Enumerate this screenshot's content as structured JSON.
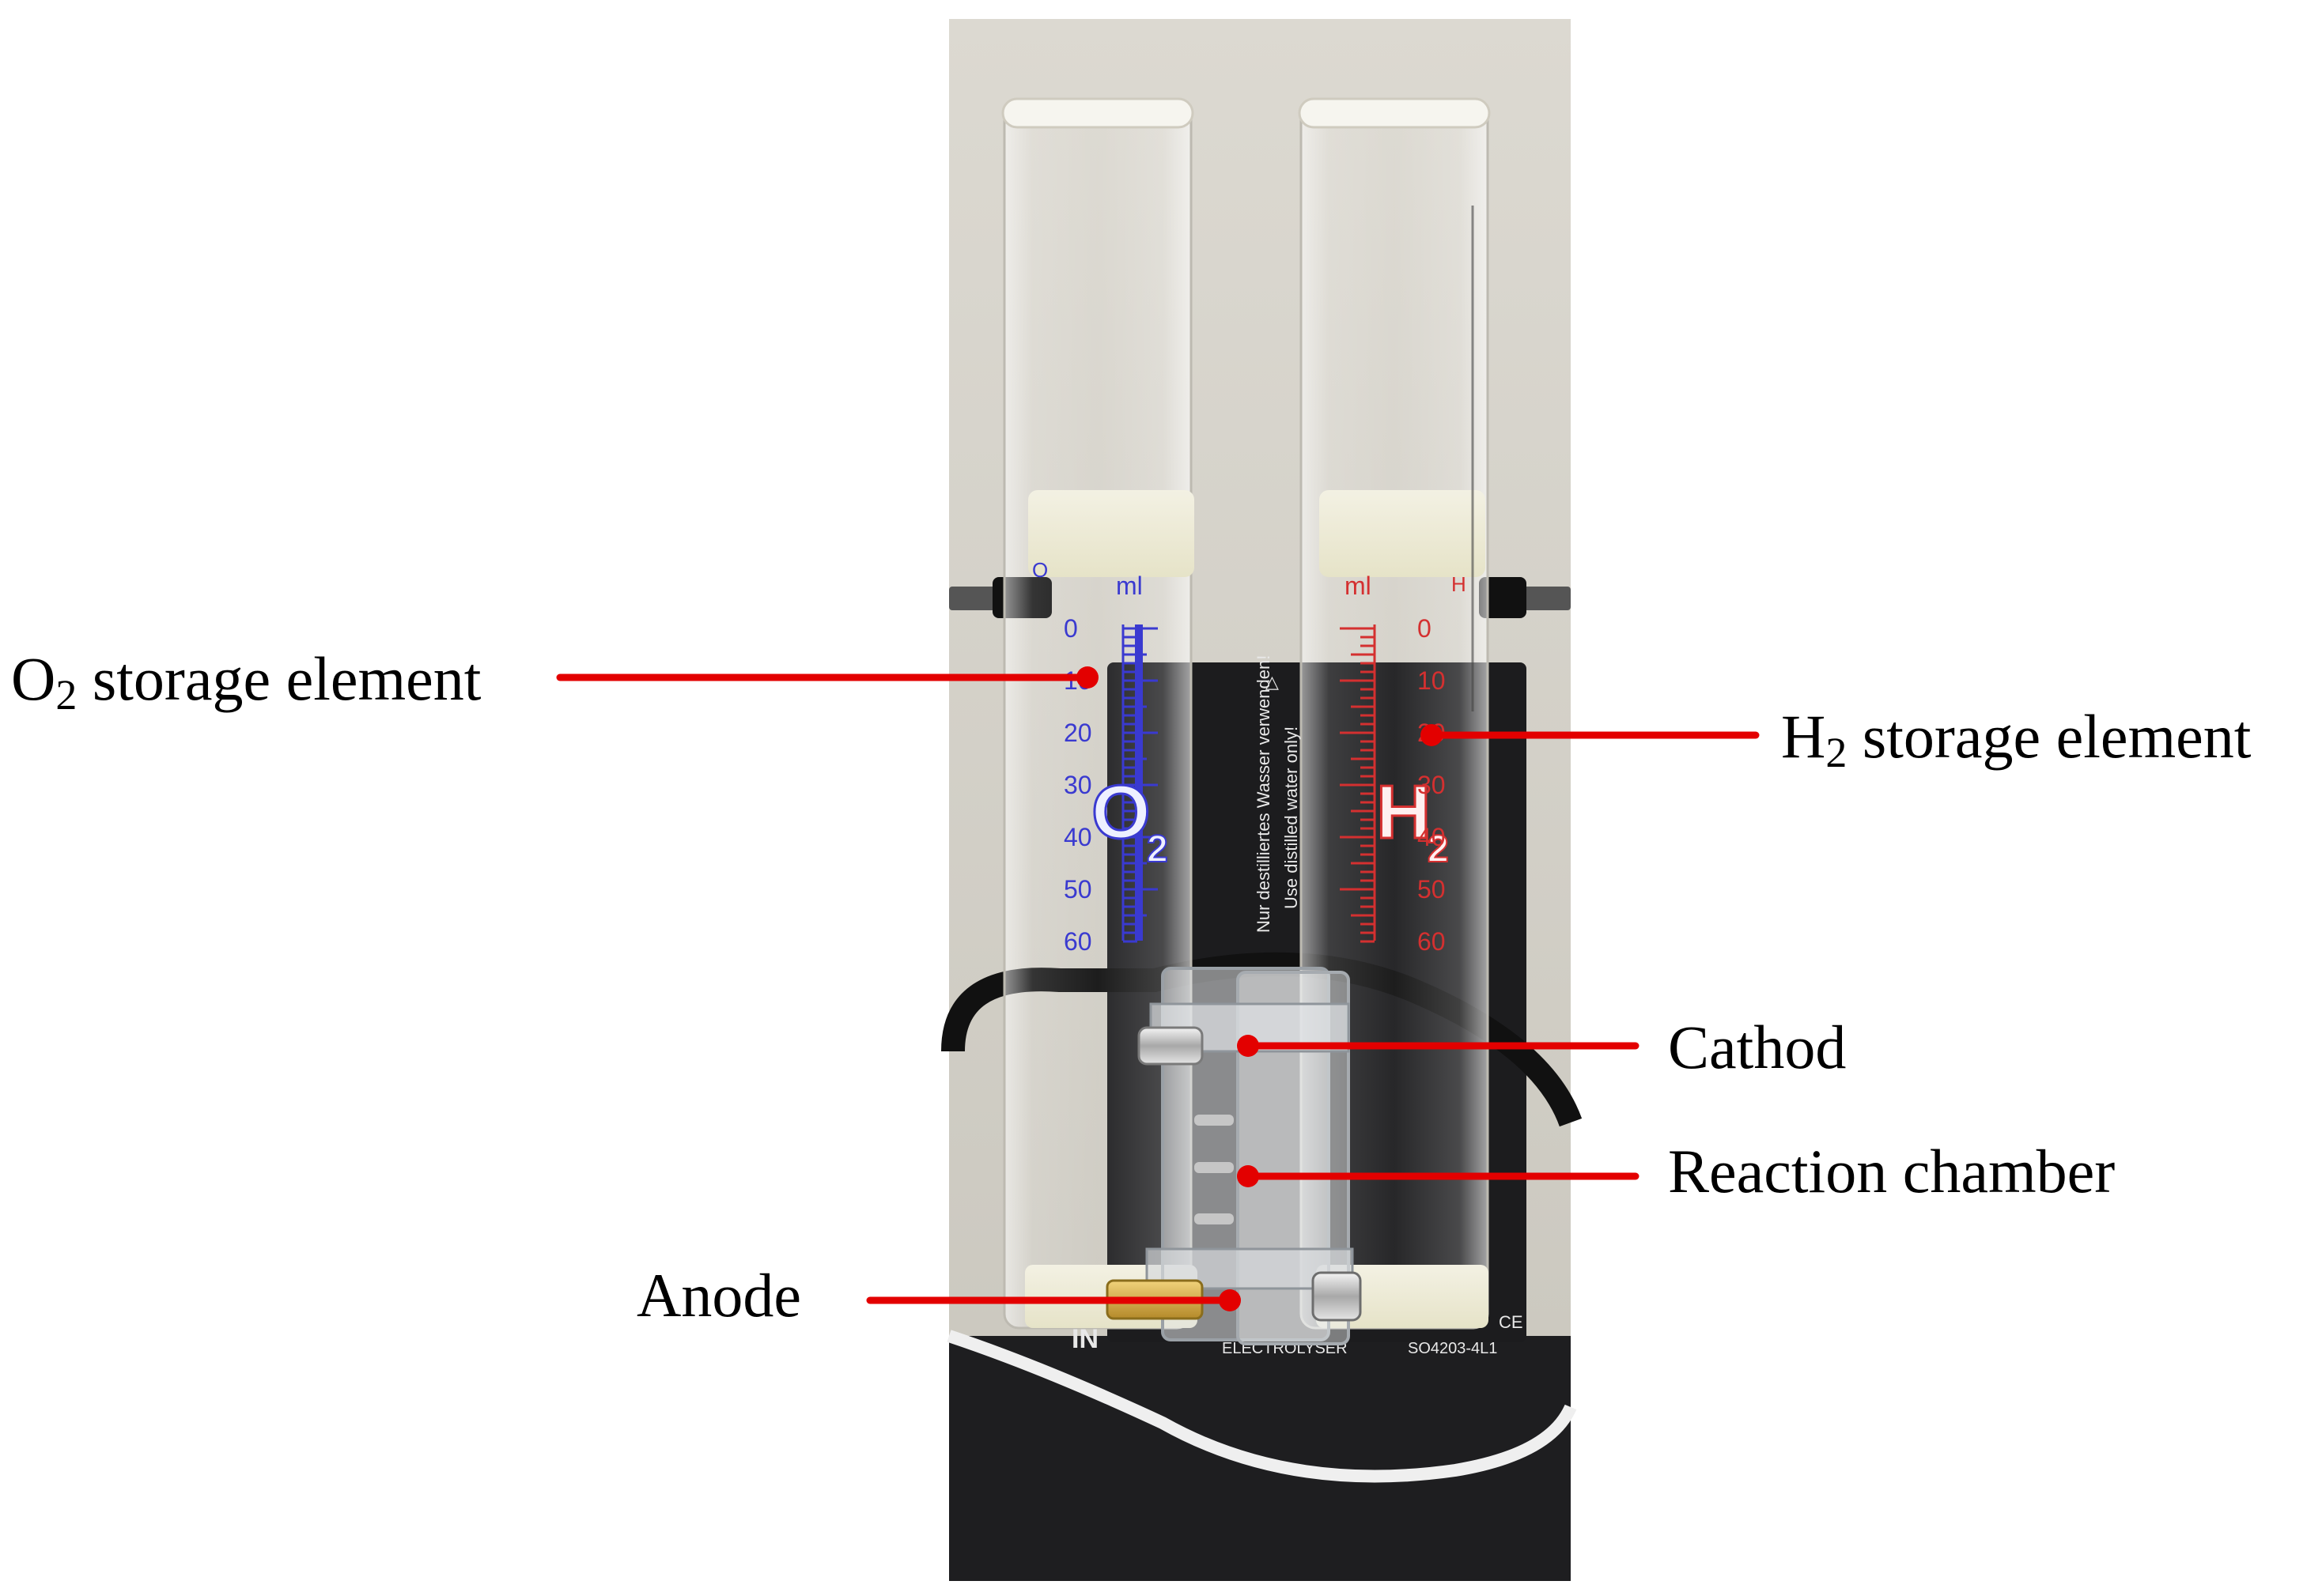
{
  "figure": {
    "labels": {
      "o2": {
        "prefix": "O",
        "sub": "2",
        "suffix": " storage element"
      },
      "h2": {
        "prefix": "H",
        "sub": "2",
        "suffix": " storage element"
      },
      "cathod": "Cathod",
      "reaction_chamber": "Reaction chamber",
      "anode": "Anode"
    },
    "apparatus_text": {
      "o2_unit": "ml",
      "h2_unit": "ml",
      "o2_ticks": [
        "0",
        "10",
        "20",
        "30",
        "40",
        "50",
        "60"
      ],
      "h2_ticks": [
        "0",
        "10",
        "20",
        "30",
        "40",
        "50",
        "60"
      ],
      "o2_letter": "O",
      "o2_letter_sub": "2",
      "h2_letter": "H",
      "h2_letter_sub": "2",
      "warning_line1": "Nur destilliertes Wasser verwenden!",
      "warning_line2": "Use distilled water only!",
      "in_mark": "IN",
      "device_name": "ELECTROLYSER",
      "model_code": "SO4203-4L1",
      "ce_mark": "CE"
    },
    "colors": {
      "callout_line": "#e30000",
      "callout_glow": "#ffd24d",
      "o2_scale": "#3a3ad0",
      "h2_scale": "#d43030",
      "background_wall": "#d9d6ce",
      "base_plate": "#1c1c1e"
    }
  }
}
